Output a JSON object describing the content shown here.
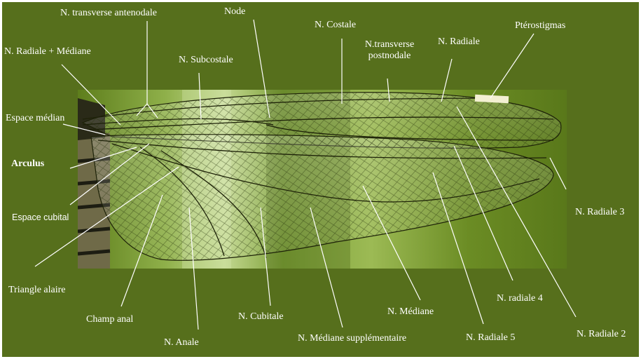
{
  "colors": {
    "background": "#566f1c",
    "border": "#ffffff",
    "leader": "#ffffff",
    "photo_bright": "#a9c873",
    "photo_mid": "#7fa23a",
    "photo_dark": "#4d6a14",
    "vein": "#1d2108",
    "pterostigma": "#f3f0d2"
  },
  "labels": {
    "transverse_antenodale": "N. transverse antenodale",
    "node": "Node",
    "costale": "N. Costale",
    "radiale_mediane": "N. Radiale + Médiane",
    "subcostale": "N. Subcostale",
    "transverse_postnodale_1": "N.transverse",
    "transverse_postnodale_2": "postnodale",
    "radiale": "N. Radiale",
    "pterostigmas": "Ptérostigmas",
    "espace_median": "Espace médian",
    "arculus": "Arculus",
    "espace_cubital": "Espace cubital",
    "triangle_alaire": "Triangle alaire",
    "champ_anal": "Champ anal",
    "anale": "N. Anale",
    "cubitale": "N. Cubitale",
    "mediane_supplementaire": "N. Médiane supplémentaire",
    "mediane": "N. Médiane",
    "radiale_5": "N. Radiale 5",
    "radiale_4": "N. radiale 4",
    "radiale_3": "N. Radiale 3",
    "radiale_2": "N. Radiale 2"
  }
}
